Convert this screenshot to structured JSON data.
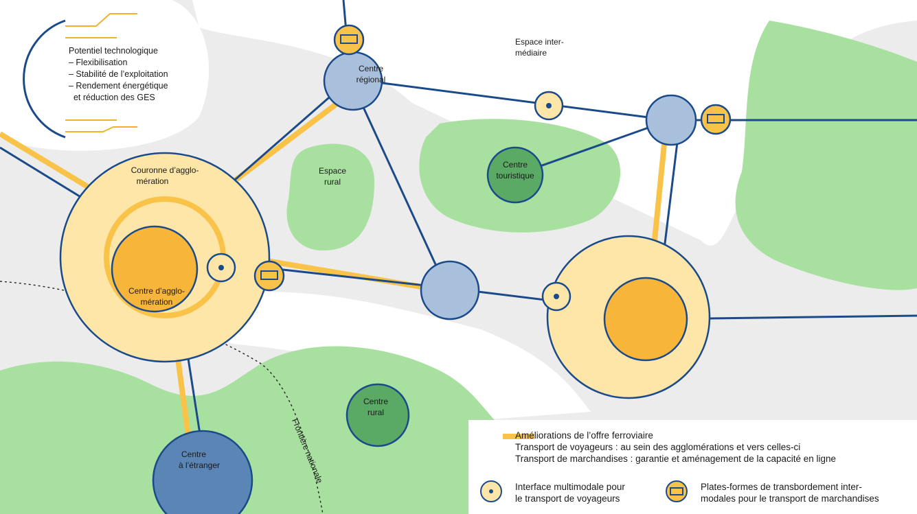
{
  "tech_box": {
    "title": "Potentiel technologique",
    "items": [
      "– Flexibilisation",
      "– Stabilité de l’exploitation",
      "– Rendement énergétique",
      "  et réduction des GES"
    ]
  },
  "nodes": {
    "regional": [
      "Centre",
      "régional"
    ],
    "touristique": [
      "Centre",
      "touristique"
    ],
    "agglo_center": [
      "Centre d’agglo-",
      "mération"
    ],
    "agglo_ring": [
      "Couronne d’agglo-",
      "mération"
    ],
    "rural_center": [
      "Centre",
      "rural"
    ],
    "foreign": [
      "Centre",
      "à l’étranger"
    ]
  },
  "areas": {
    "rural_space": [
      "Espace",
      "rural"
    ],
    "intermediate": [
      "Espace inter-",
      "médiaire"
    ],
    "border": "Frontière nationale"
  },
  "legend": {
    "rail_title": "Améliorations de l’offre ferroviaire",
    "rail_line1": "Transport de voyageurs : au sein des agglomérations et vers celles-ci",
    "rail_line2": "Transport de marchandises : garantie et aménagement de la capacité en ligne",
    "hub_label": [
      "Interface multimodale pour",
      "le transport de voyageurs"
    ],
    "freight_label": [
      "Plates-formes de transbordement inter-",
      "modales pour le transport de marchandises"
    ]
  },
  "colors": {
    "background": "#ececec",
    "green": "#a8e0a0",
    "rail_line": "#1a4a8a",
    "yellow_line": "#f9c349",
    "agglo_ring": "#fde6a8",
    "agglo_core": "#f7b53a",
    "node_blue": "#a9c0dc",
    "node_green": "#5aa964",
    "node_foreign": "#5b85b4"
  }
}
